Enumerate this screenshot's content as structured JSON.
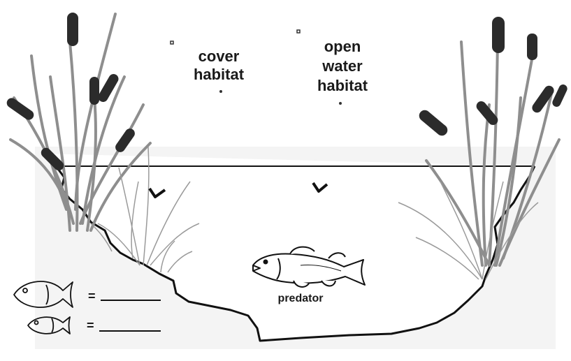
{
  "labels": {
    "cover": [
      "cover",
      "habitat"
    ],
    "open_water": [
      "open",
      "water",
      "habitat"
    ],
    "predator": "predator",
    "equals": "="
  },
  "icons": {
    "cattail": "cattail-icon",
    "grass": "grass-tuft-icon",
    "fish": "fish-outline-icon",
    "bass": "bass-predator-icon",
    "tick": "tick-mark-icon"
  },
  "colors": {
    "pond_fill": "#f4f4f4",
    "outline": "#111111",
    "cattail_head": "#2b2b2b",
    "reed": "#8e8e8e",
    "grass": "#9a9a9a"
  }
}
